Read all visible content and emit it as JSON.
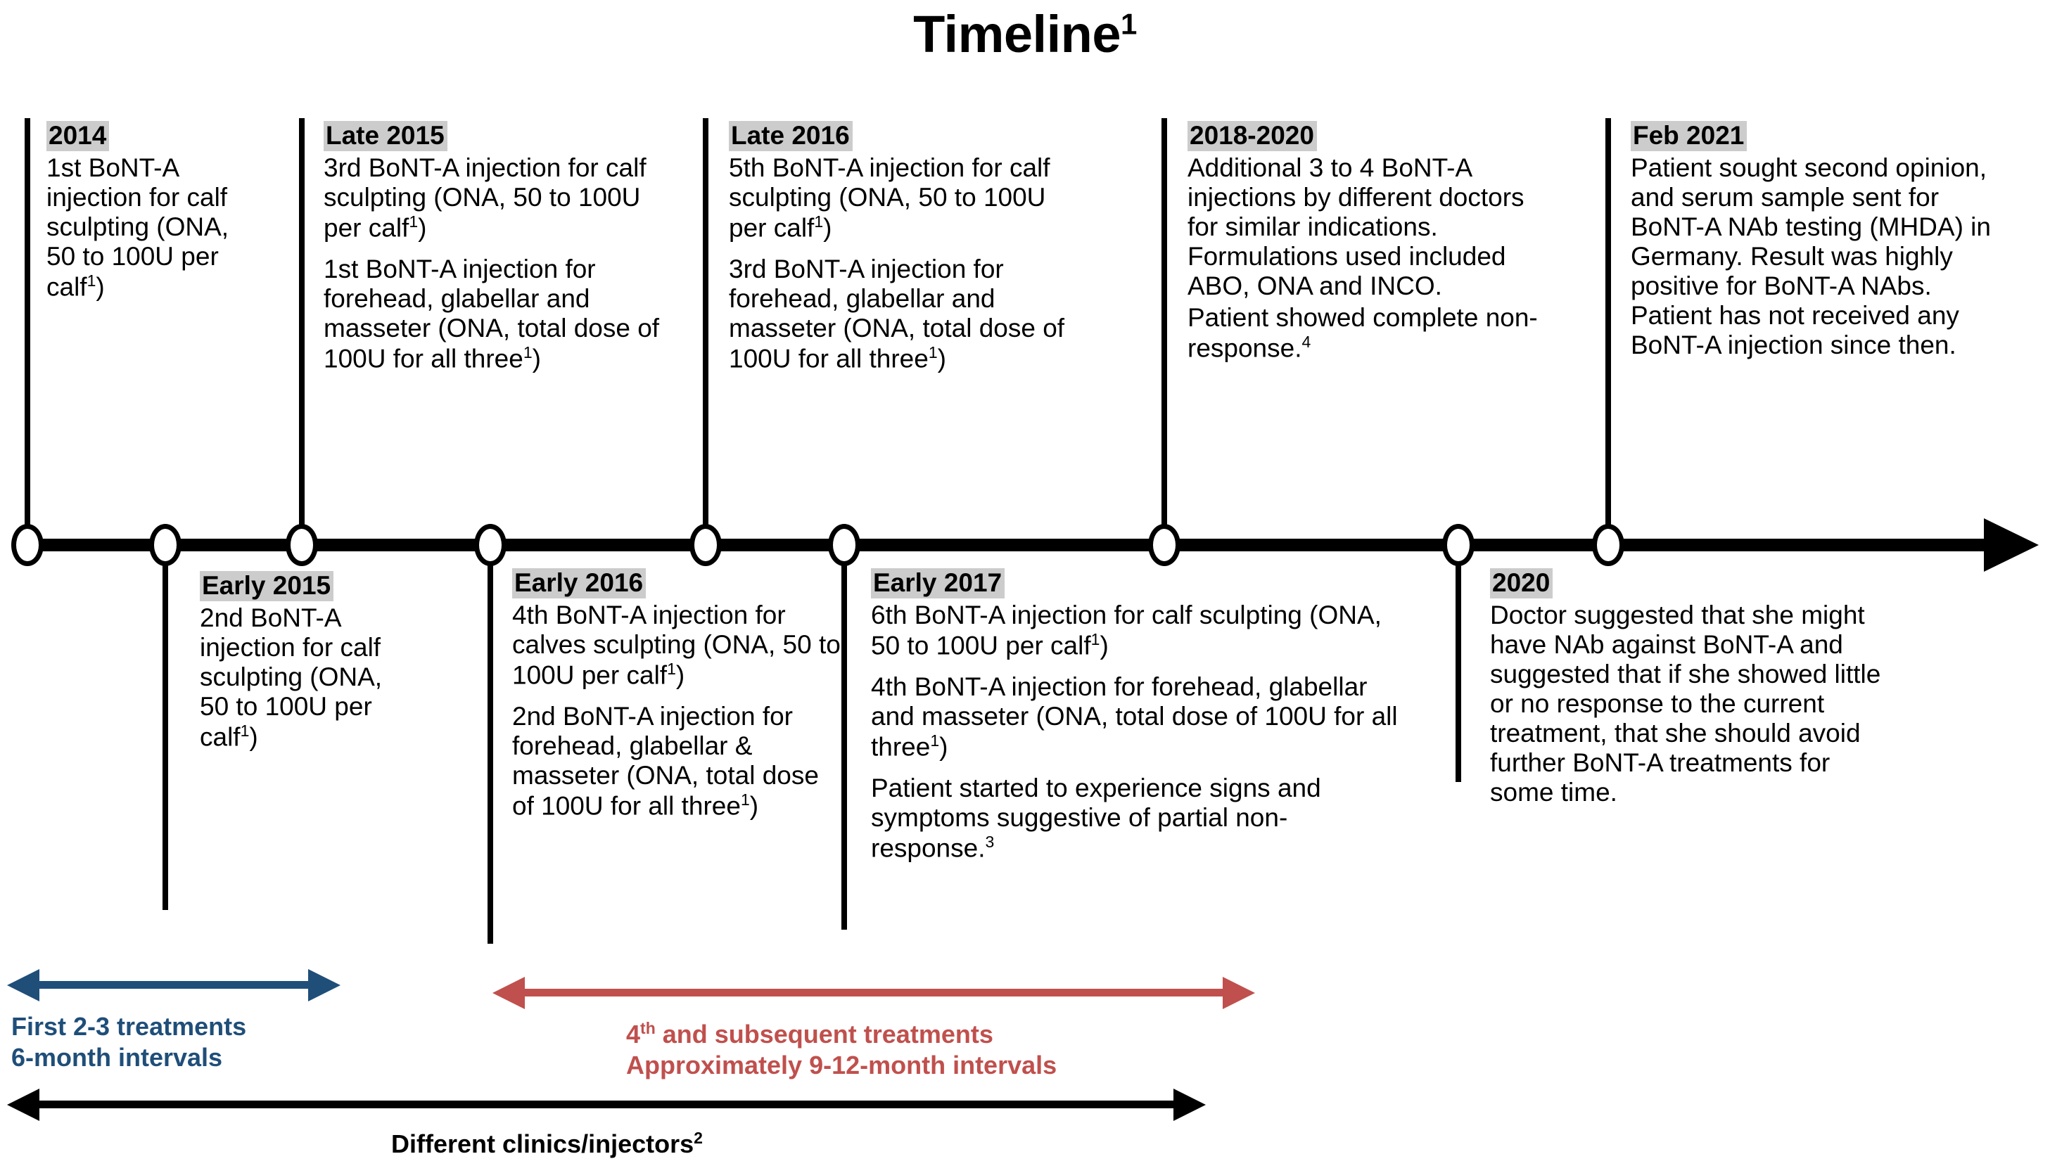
{
  "title": {
    "text": "Timeline",
    "superscript": "1"
  },
  "colors": {
    "highlight_bg": "#cccccc",
    "axis": "#000000",
    "blue_bracket": "#1f4e79",
    "red_bracket": "#c0504d",
    "black_bracket": "#000000"
  },
  "events": {
    "e2014": {
      "year": "2014",
      "paragraphs": [
        "1st BoNT-A injection for calf sculpting (ONA, 50 to 100U per calf",
        ""
      ],
      "p1": "1st BoNT-A injection for calf sculpting (ONA, 50 to 100U per calf",
      "p1_sup": "1",
      "p1_tail": ")"
    },
    "e_early2015": {
      "year": "Early 2015",
      "p1": "2nd BoNT-A injection for calf sculpting (ONA, 50 to 100U per calf",
      "p1_sup": "1",
      "p1_tail": ")"
    },
    "e_late2015": {
      "year": "Late 2015",
      "p1": "3rd BoNT-A injection for calf sculpting (ONA, 50 to 100U per calf",
      "p1_sup": "1",
      "p1_tail": ")",
      "p2": "1st BoNT-A injection for forehead, glabellar and masseter (ONA, total dose of 100U for all three",
      "p2_sup": "1",
      "p2_tail": ")"
    },
    "e_early2016": {
      "year": "Early 2016",
      "p1": "4th BoNT-A injection for calves sculpting (ONA, 50 to 100U per calf",
      "p1_sup": "1",
      "p1_tail": ")",
      "p2": "2nd BoNT-A injection for forehead, glabellar & masseter (ONA, total dose of 100U for all three",
      "p2_sup": "1",
      "p2_tail": ")"
    },
    "e_late2016": {
      "year": "Late 2016",
      "p1": "5th BoNT-A injection for calf sculpting (ONA, 50 to 100U per calf",
      "p1_sup": "1",
      "p1_tail": ")",
      "p2": "3rd BoNT-A injection for forehead, glabellar and masseter (ONA, total dose of 100U for all three",
      "p2_sup": "1",
      "p2_tail": ")"
    },
    "e_early2017": {
      "year": "Early 2017",
      "p1": "6th BoNT-A injection for calf sculpting (ONA, 50 to 100U per calf",
      "p1_sup": "1",
      "p1_tail": ")",
      "p2": "4th BoNT-A injection for forehead, glabellar and masseter (ONA, total dose of 100U for all three",
      "p2_sup": "1",
      "p2_tail": ")",
      "p3": "Patient started to experience signs and symptoms suggestive of partial non-response.",
      "p3_sup": "3",
      "p3_tail": ""
    },
    "e_2018_2020": {
      "year": "2018-2020",
      "p1": "Additional 3 to 4 BoNT-A injections by different doctors for similar indications. Formulations used included ABO, ONA and INCO.",
      "p2": "Patient showed complete non-response.",
      "p2_sup": "4",
      "p2_tail": ""
    },
    "e_2020": {
      "year": "2020",
      "p1": "Doctor suggested that she might have NAb against BoNT-A and suggested that if she showed little or no response to the current treatment, that she should avoid further BoNT-A treatments for some time."
    },
    "e_feb2021": {
      "year": "Feb 2021",
      "p1": "Patient sought second opinion, and serum sample sent for BoNT-A NAb testing (MHDA) in Germany. Result was highly positive for BoNT-A NAbs. Patient has not received any BoNT-A injection since then."
    }
  },
  "brackets": {
    "blue": {
      "line1": "First 2-3 treatments",
      "line2": "6-month intervals",
      "color": "#1f4e79"
    },
    "red": {
      "line1_pre": "4",
      "line1_sup": "th",
      "line1_post": " and subsequent treatments",
      "line2": "Approximately 9-12-month intervals",
      "color": "#c0504d"
    },
    "black": {
      "label": "Different clinics/injectors",
      "label_sup": "2",
      "color": "#000000"
    }
  }
}
